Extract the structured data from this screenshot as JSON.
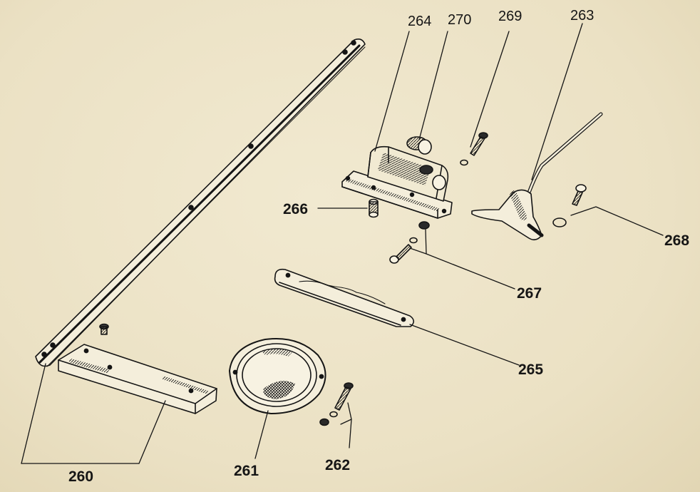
{
  "labels": {
    "p260": "260",
    "p261": "261",
    "p262": "262",
    "p263": "263",
    "p264": "264",
    "p265": "265",
    "p266": "266",
    "p267": "267",
    "p268": "268",
    "p269": "269",
    "p270": "270"
  },
  "colors": {
    "paper": "#ede4c8",
    "ink": "#151515"
  }
}
